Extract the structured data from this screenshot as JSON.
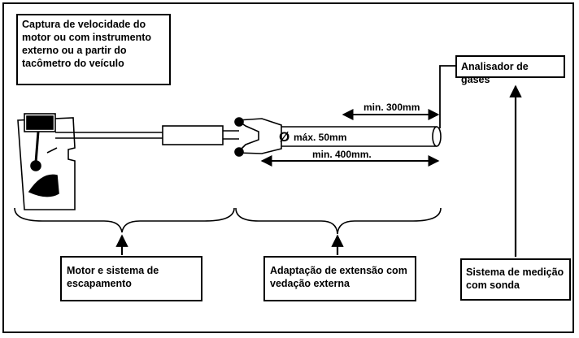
{
  "boxes": {
    "capture": "Captura de velocidade do motor ou com instrumento externo ou a partir do tacômetro do veículo",
    "analyzer": "Analisador de gases",
    "engine": "Motor e sistema de escapamento",
    "adaptation": "Adaptação de extensão com vedação externa",
    "measurement": "Sistema de medição com sonda"
  },
  "dimensions": {
    "min_300": "min. 300mm",
    "max_50": "máx. 50mm",
    "min_400": "min. 400mm."
  },
  "symbols": {
    "diameter": "Ø"
  }
}
